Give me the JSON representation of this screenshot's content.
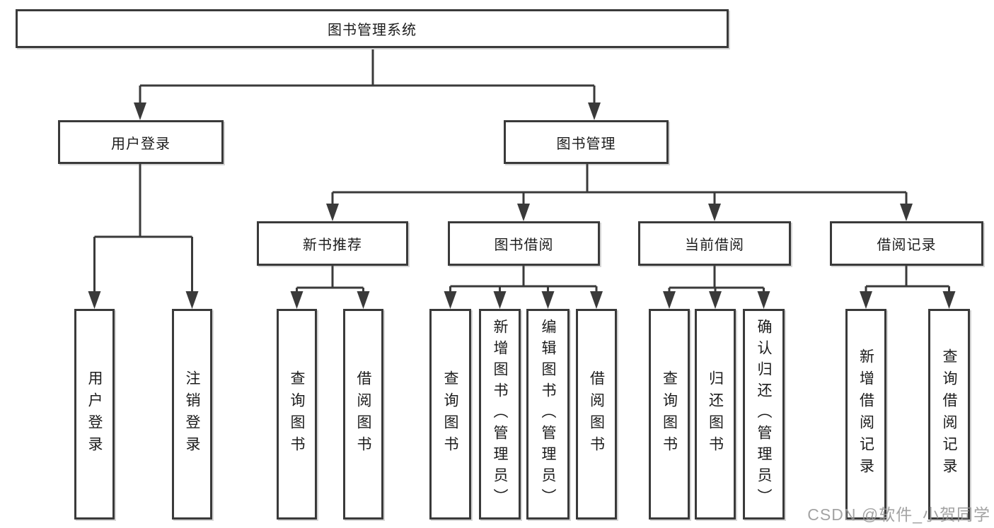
{
  "tree": {
    "label": "图书管理系统",
    "children": [
      {
        "label": "用户登录",
        "children": [
          {
            "label": "用户登录"
          },
          {
            "label": "注销登录"
          }
        ]
      },
      {
        "label": "图书管理",
        "children": [
          {
            "label": "新书推荐",
            "children": [
              {
                "label": "查询图书"
              },
              {
                "label": "借阅图书"
              }
            ]
          },
          {
            "label": "图书借阅",
            "children": [
              {
                "label": "查询图书"
              },
              {
                "label": "新增图书（管理员）"
              },
              {
                "label": "编辑图书（管理员）"
              },
              {
                "label": "借阅图书"
              }
            ]
          },
          {
            "label": "当前借阅",
            "children": [
              {
                "label": "查询图书"
              },
              {
                "label": "归还图书"
              },
              {
                "label": "确认归还（管理员）"
              }
            ]
          },
          {
            "label": "借阅记录",
            "children": [
              {
                "label": "新增借阅记录"
              },
              {
                "label": "查询借阅记录"
              }
            ]
          }
        ]
      }
    ]
  },
  "watermark": {
    "text": "CSDN @软件_小贺同学"
  },
  "colors": {
    "line": "#3a3a3a",
    "text": "#1c1c1c",
    "watermark": "#969696",
    "background": "#ffffff"
  }
}
